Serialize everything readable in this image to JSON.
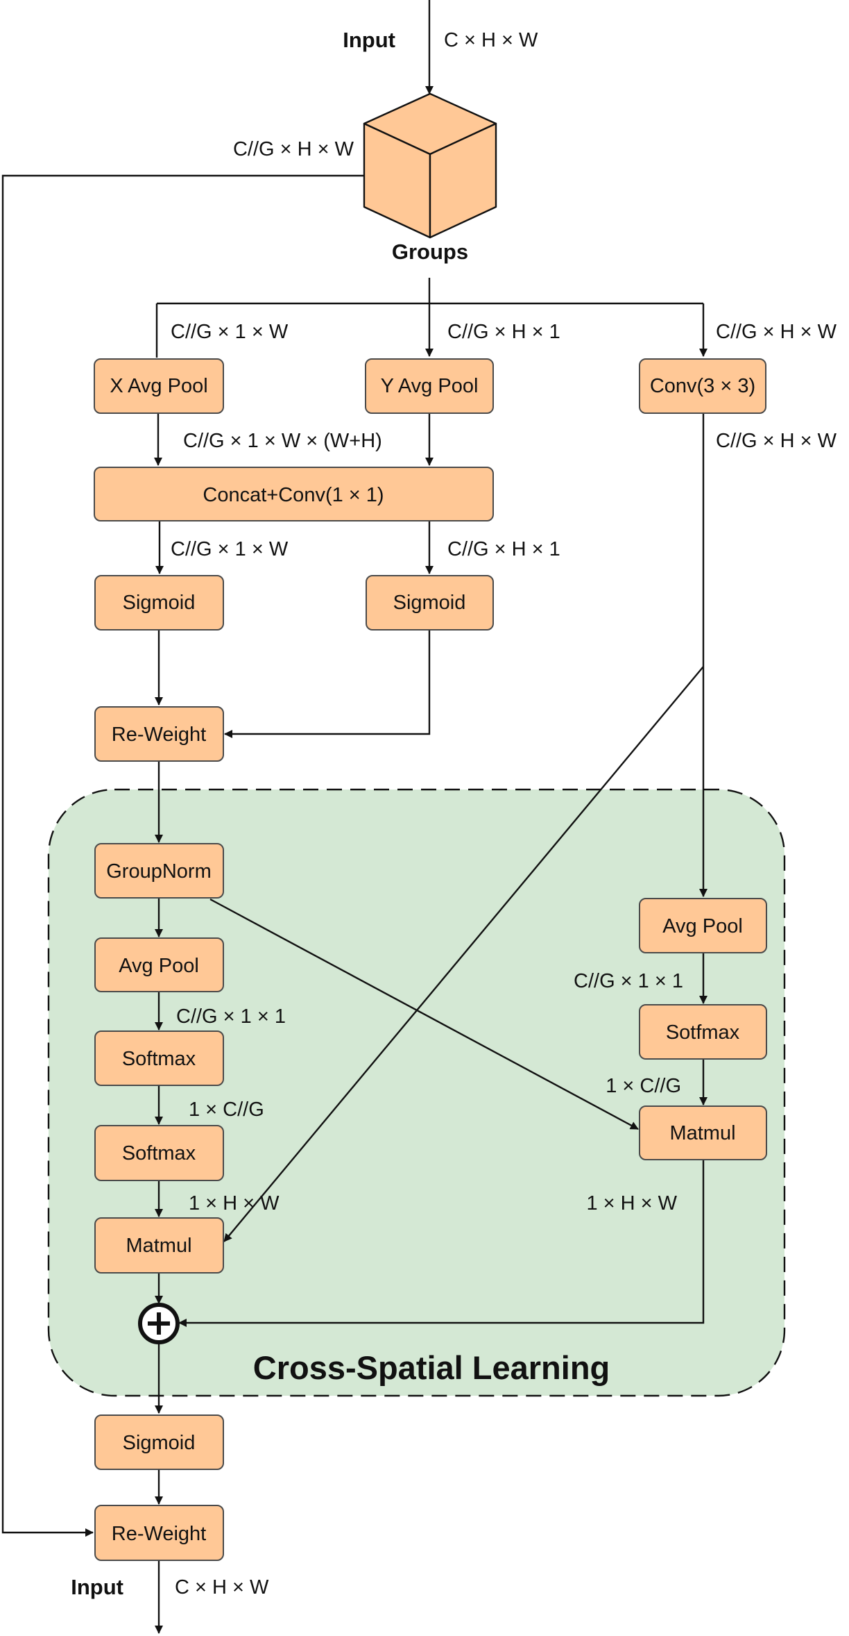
{
  "labels": {
    "input_top": "Input",
    "input_top_dim": "C × H × W",
    "groups_dim": "C//G × H × W",
    "groups": "Groups",
    "branch_x_dim": "C//G × 1 × W",
    "branch_y_dim": "C//G × H × 1",
    "branch_conv_dim": "C//G × H × W",
    "concat_in_dim": "C//G × 1 × W × (W+H)",
    "conv_out_dim": "C//G × H × W",
    "sig_left_dim": "C//G × 1 × W",
    "sig_right_dim": "C//G × H × 1",
    "left_pool_dim": "C//G × 1 × 1",
    "left_softmax_dim": "1 × C//G",
    "left_matmul_dim": "1 × H × W",
    "right_pool_dim": "C//G × 1 × 1",
    "right_softmax_dim": "1 × C//G",
    "right_matmul_dim": "1 × H × W",
    "region": "Cross-Spatial Learning",
    "input_bottom": "Input",
    "input_bottom_dim": "C × H × W"
  },
  "nodes": {
    "x_avg_pool": "X Avg Pool",
    "y_avg_pool": "Y Avg Pool",
    "conv3": "Conv(3 × 3)",
    "concat_conv": "Concat+Conv(1 × 1)",
    "sigmoid_left": "Sigmoid",
    "sigmoid_right": "Sigmoid",
    "reweight_1": "Re-Weight",
    "groupnorm": "GroupNorm",
    "avg_pool_left": "Avg Pool",
    "softmax_1": "Softmax",
    "softmax_2": "Softmax",
    "matmul_left": "Matmul",
    "avg_pool_right": "Avg Pool",
    "sotfmax_right": "Sotfmax",
    "matmul_right": "Matmul",
    "sigmoid_final": "Sigmoid",
    "reweight_final": "Re-Weight"
  },
  "colors": {
    "node_fill": "#FFC896",
    "node_stroke": "#4a4a4a",
    "region_fill": "#D4E8D4",
    "line": "#111111"
  },
  "icons": {
    "groups": "cube-icon",
    "sum": "circle-plus-icon"
  }
}
